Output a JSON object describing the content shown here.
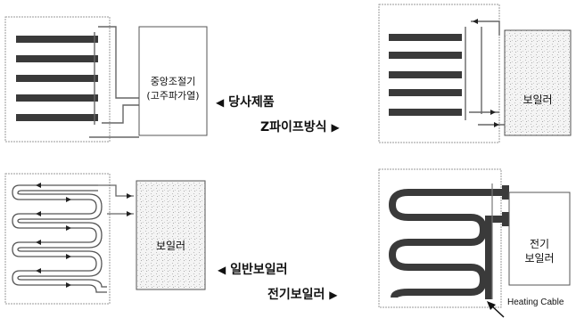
{
  "panels": {
    "top_left": {
      "unit_line1": "중앙조절기",
      "unit_line2": "(고주파가열)"
    },
    "top_right": {
      "unit_label": "보일러"
    },
    "bottom_left": {
      "unit_label": "보일러"
    },
    "bottom_right": {
      "unit_line1": "전기",
      "unit_line2": "보일러",
      "cable_label": "Heating Cable"
    }
  },
  "captions": {
    "ours": "당사제품",
    "z_pipe": "Z파이프방식",
    "general_boiler": "일반보일러",
    "electric_boiler": "전기보일러"
  },
  "arrows": {
    "left": "◀",
    "right": "▶"
  },
  "colors": {
    "pipe_dark": "#3a3a3a",
    "line": "#555555",
    "border": "#9a9a9a",
    "speckle": "#cfcfcf"
  }
}
